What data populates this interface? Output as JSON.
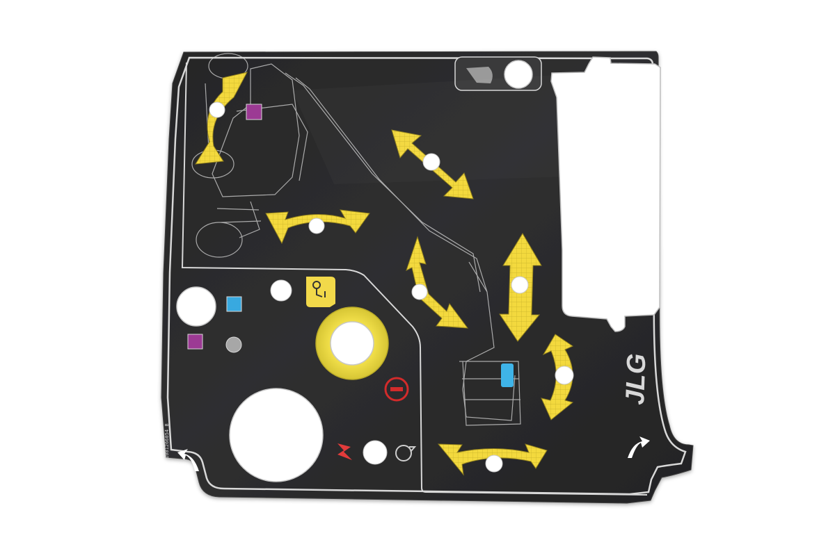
{
  "image": {
    "subject": "decal",
    "brand_text": "JLG",
    "part_number": "1001266054 B"
  },
  "colors": {
    "background": "#ffffff",
    "decal_base": "#2b2b2c",
    "outline": "#d8d8d8",
    "arrow_yellow": "#f3d93e",
    "arrow_grid": "#c8b12a",
    "ring_yellow": "#eadb3e",
    "purple_button": "#9c3a94",
    "blue_button": "#38a9e0",
    "grey_button": "#a7a7a7",
    "stop_red": "#d22b2b",
    "power_red": "#e23b3b"
  },
  "icons": {
    "upper_warning": "warning-triangle-icon",
    "stop": "stop-circle-icon",
    "power": "lightning-icon",
    "reset": "rotate-icon"
  }
}
